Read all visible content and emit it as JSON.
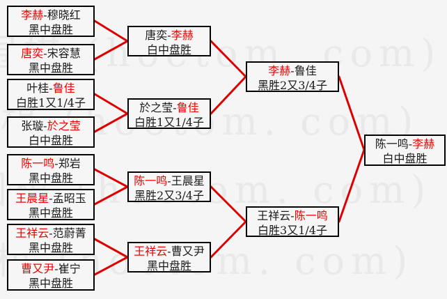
{
  "watermark": {
    "text": "围棋 (hoetom. com)",
    "color": "#e9e9e9"
  },
  "colors": {
    "connector_line": "#dd0000",
    "winner_name": "#ee0000",
    "box_border": "#000000",
    "background": "#f5f5f5"
  },
  "bracket": {
    "round1": [
      {
        "pre": "",
        "red": "李赫",
        "post": "-穆晓红",
        "result": "黑中盘胜"
      },
      {
        "pre": "",
        "red": "唐奕",
        "post": "-宋容慧",
        "result": "黑中盘胜"
      },
      {
        "pre": "叶桂-",
        "red": "鲁佳",
        "post": "",
        "result": "白胜1又1/4子"
      },
      {
        "pre": "张璇-",
        "red": "於之莹",
        "post": "",
        "result": "白中盘胜"
      },
      {
        "pre": "",
        "red": "陈一鸣",
        "post": "-郑岩",
        "result": "黑中盘胜"
      },
      {
        "pre": "",
        "red": "王晨星",
        "post": "-孟昭玉",
        "result": "黑中盘胜"
      },
      {
        "pre": "",
        "red": "王祥云",
        "post": "-范蔚菁",
        "result": "黑中盘胜"
      },
      {
        "pre": "",
        "red": "曹又尹",
        "post": "-崔宁",
        "result": "黑中盘胜"
      }
    ],
    "round2": [
      {
        "pre": "唐奕-",
        "red": "李赫",
        "post": "",
        "result": "白中盘胜"
      },
      {
        "pre": "於之莹-",
        "red": "鲁佳",
        "post": "",
        "result": "白胜1又1/4子"
      },
      {
        "pre": "",
        "red": "陈一鸣",
        "post": "-王晨星",
        "result": "黑胜2又3/4子"
      },
      {
        "pre": "",
        "red": "王祥云",
        "post": "-曹又尹",
        "result": "黑中盘胜"
      }
    ],
    "round3": [
      {
        "pre": "",
        "red": "李赫",
        "post": "-鲁佳",
        "result": "黑胜2又3/4子"
      },
      {
        "pre": "王祥云-",
        "red": "陈一鸣",
        "post": "",
        "result": "白胜3又1/4子"
      }
    ],
    "final": [
      {
        "pre": "陈一鸣-",
        "red": "李赫",
        "post": "",
        "result": "白中盘胜"
      }
    ]
  }
}
